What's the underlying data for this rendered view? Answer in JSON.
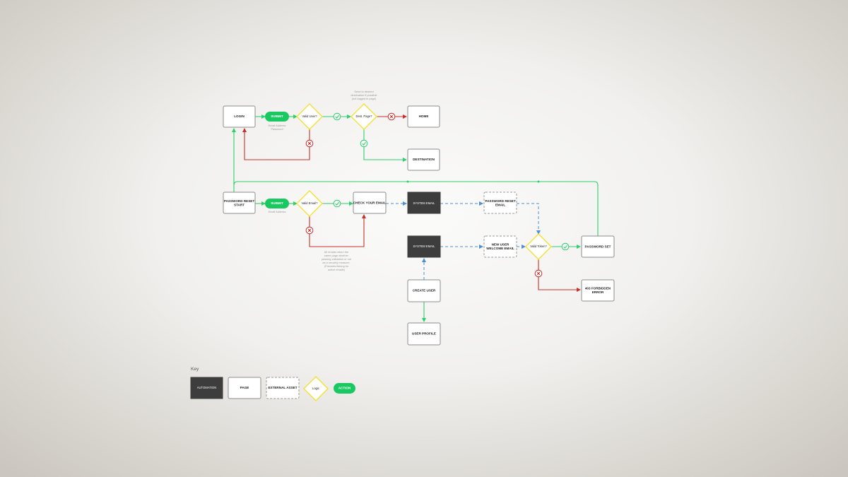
{
  "nodes": {
    "login": "LOGIN",
    "submit_login": "SUBMIT",
    "valid_user": "Valid User?",
    "dest_page": "Dest. Page?",
    "home": "HOME",
    "destination": "DESTINATION",
    "password_reset_start": [
      "PASSWORD RESET",
      "START"
    ],
    "submit_reset": "SUBMIT",
    "valid_email": "Valid Email?",
    "check_your_email": "CHECK YOUR EMAIL",
    "system_email_1": "SYSTEM EMAIL",
    "password_reset_email": [
      "PASSWORD RESET",
      "EMAIL"
    ],
    "system_email_2": "SYSTEM EMAIL",
    "new_user_welcome_email": [
      "NEW USER",
      "WELCOME EMAIL"
    ],
    "valid_token": "Valid Token?",
    "password_set": "PASSWORD SET",
    "forbidden_error": [
      "403 FORBIDDEN",
      "ERROR"
    ],
    "create_user": "CREATE USER",
    "user_profile": "USER PROFILE"
  },
  "notes": {
    "login_fields": [
      "Email Address",
      "Password"
    ],
    "reset_fields": [
      "Email Address"
    ],
    "dest_note": [
      "Send to desired",
      "destination if possible",
      "(not logged in page)"
    ],
    "security_note": [
      "All emails return the",
      "same page whether",
      "passing validation or not",
      "as a security measure.",
      "(Prevents fishing for",
      "active emails)"
    ]
  },
  "key": {
    "title": "Key",
    "automation": "AUTOMATION",
    "page": "PAGE",
    "external_asset": "EXTERNAL ASSET",
    "logic": "Logic",
    "action": "ACTION"
  },
  "colors": {
    "success": "#2fcf6a",
    "failure": "#c9302c",
    "automation_flow": "#4a8fd8",
    "decision": "#f2e02b",
    "action": "#19c860",
    "automation_fill": "#3d3d3d"
  }
}
